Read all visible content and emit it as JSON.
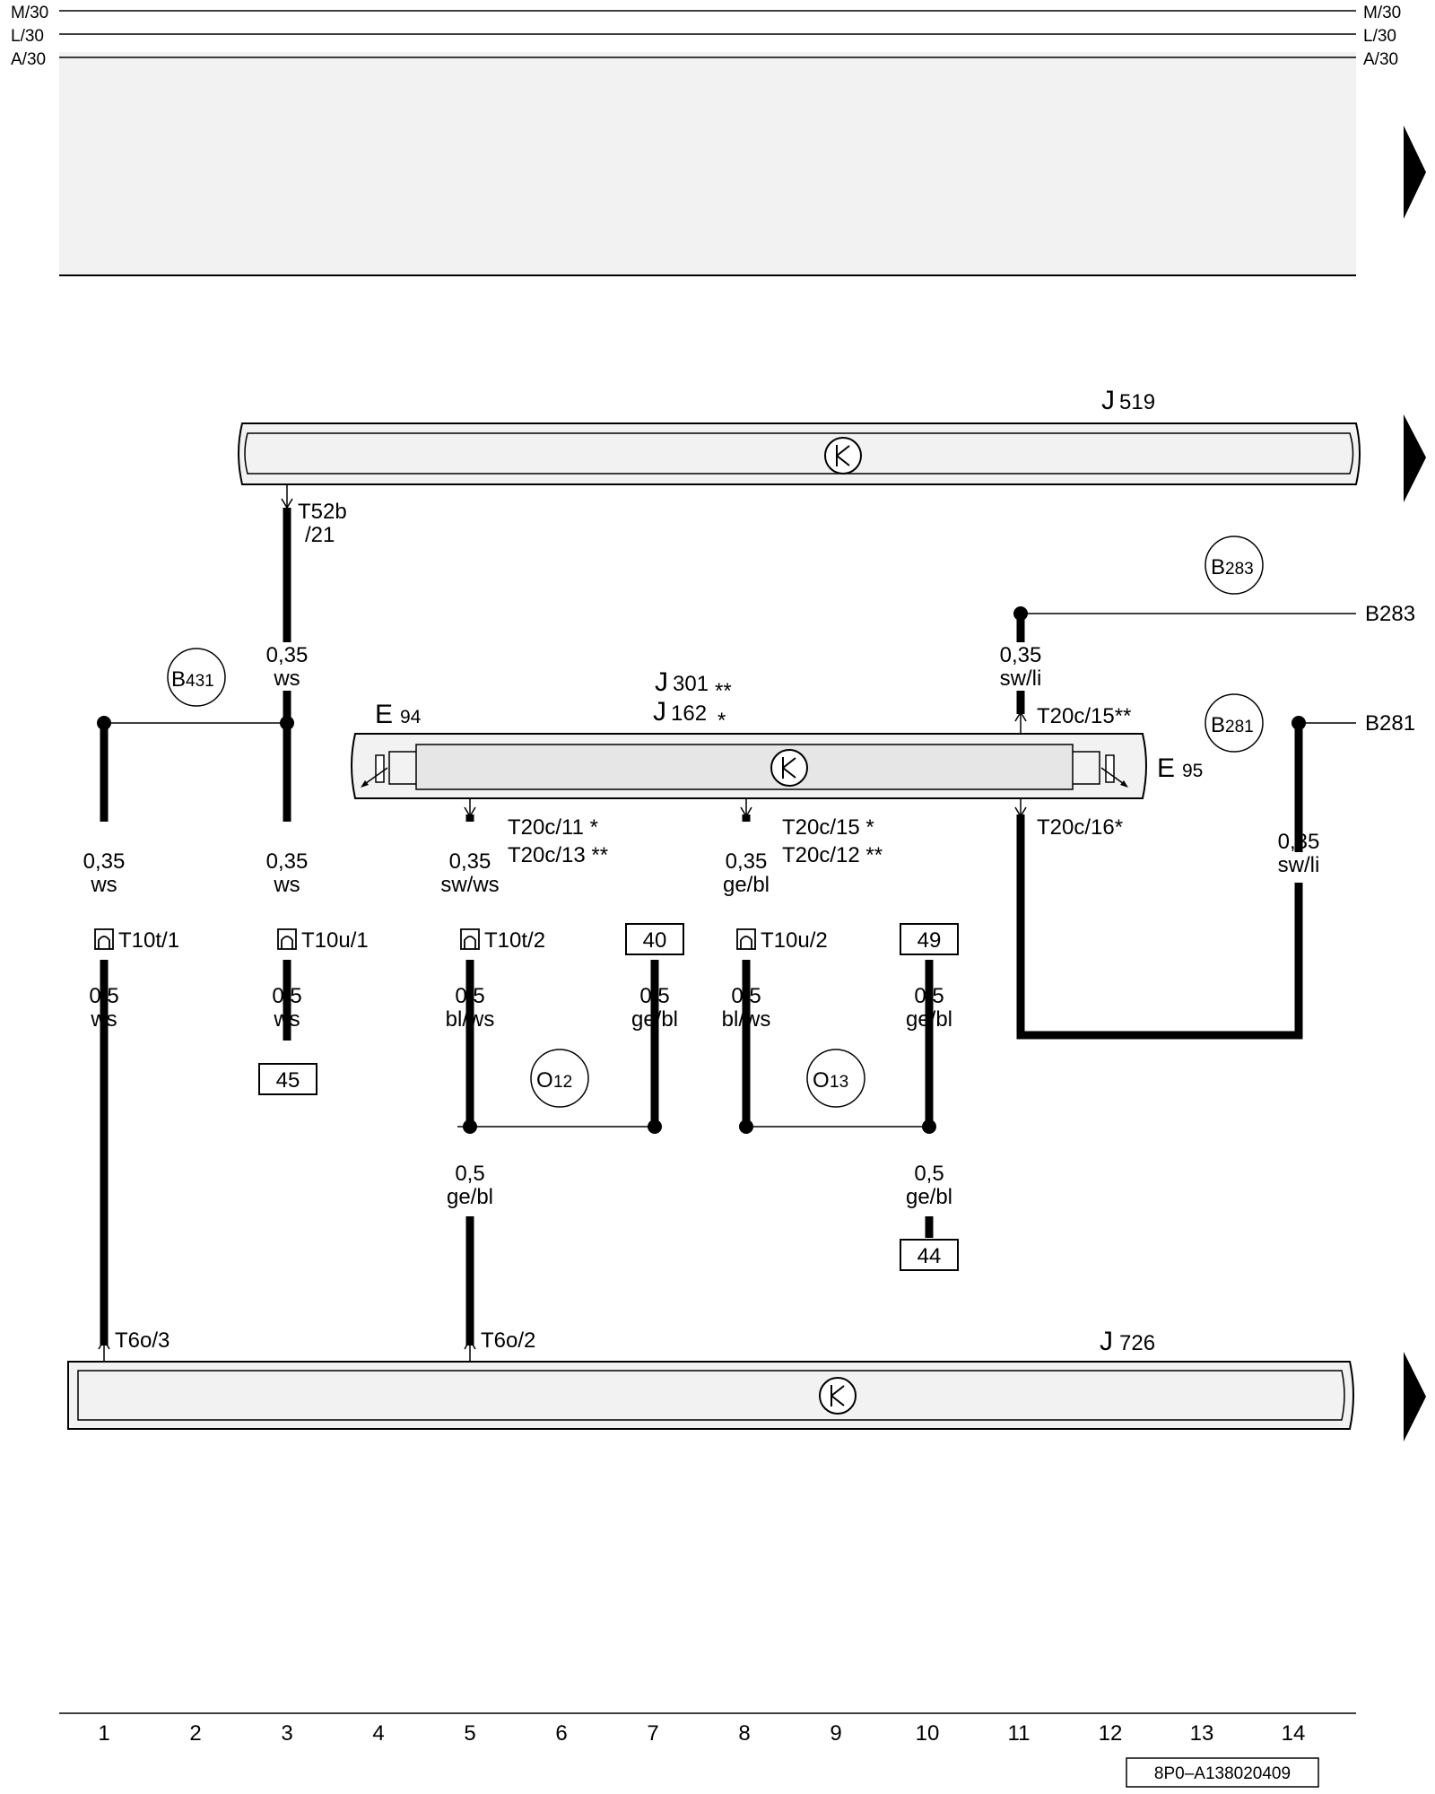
{
  "rails": {
    "left": [
      "M/30",
      "L/30",
      "A/30"
    ],
    "right": [
      "M/30",
      "L/30",
      "A/30"
    ]
  },
  "modules": {
    "j519": {
      "letter": "J",
      "number": "519"
    },
    "j726": {
      "letter": "J",
      "number": "726"
    },
    "j301": {
      "letter": "J",
      "number": "301",
      "stars": "**"
    },
    "j162": {
      "letter": "J",
      "number": "162",
      "stars": "*"
    },
    "e94": {
      "letter": "E",
      "number": "94"
    },
    "e95": {
      "letter": "E",
      "number": "95"
    }
  },
  "ground_points": {
    "b283": {
      "letter": "B",
      "number": "283",
      "label": "B283"
    },
    "b281": {
      "letter": "B",
      "number": "281",
      "label": "B281"
    },
    "b431": {
      "letter": "B",
      "number": "431"
    },
    "o12": {
      "letter": "O",
      "number": "12"
    },
    "o13": {
      "letter": "O",
      "number": "13"
    }
  },
  "pins": {
    "t52b": {
      "line1": "T52b",
      "line2": "/21"
    },
    "t20c_15_top": "T20c/15**",
    "t20c_16": "T20c/16*",
    "t20c_11": "T20c/11 *",
    "t20c_13": "T20c/13 **",
    "t20c_15": "T20c/15 *",
    "t20c_12": "T20c/12 **",
    "t6o_3": "T6o/3",
    "t6o_2": "T6o/2",
    "t10t_1": "T10t/1",
    "t10u_1": "T10u/1",
    "t10t_2": "T10t/2",
    "t10u_2": "T10u/2"
  },
  "wires": {
    "w1_upper": {
      "gauge": "0,35",
      "color": "ws"
    },
    "w1_lower": {
      "gauge": "0,5",
      "color": "ws"
    },
    "w3_top": {
      "gauge": "0,35",
      "color": "ws"
    },
    "w3_mid": {
      "gauge": "0,35",
      "color": "ws"
    },
    "w3_lower": {
      "gauge": "0,5",
      "color": "ws"
    },
    "w5_upper": {
      "gauge": "0,35",
      "color": "sw/ws"
    },
    "w5_mid": {
      "gauge": "0,5",
      "color": "bl/ws"
    },
    "w5_lower": {
      "gauge": "0,5",
      "color": "ge/bl"
    },
    "w7": {
      "gauge": "0,5",
      "color": "ge/bl"
    },
    "w8_upper": {
      "gauge": "0,35",
      "color": "ge/bl"
    },
    "w8_mid": {
      "gauge": "0,5",
      "color": "bl/ws"
    },
    "w10_mid": {
      "gauge": "0,5",
      "color": "ge/bl"
    },
    "w10_lower": {
      "gauge": "0,5",
      "color": "ge/bl"
    },
    "w11": {
      "gauge": "0,35",
      "color": "sw/li"
    },
    "w14": {
      "gauge": "0,35",
      "color": "sw/li"
    }
  },
  "references": {
    "ref45": "45",
    "ref40": "40",
    "ref49": "49",
    "ref44": "44"
  },
  "track_numbers": [
    "1",
    "2",
    "3",
    "4",
    "5",
    "6",
    "7",
    "8",
    "9",
    "10",
    "11",
    "12",
    "13",
    "14"
  ],
  "doc_code": "8P0–A138020409"
}
